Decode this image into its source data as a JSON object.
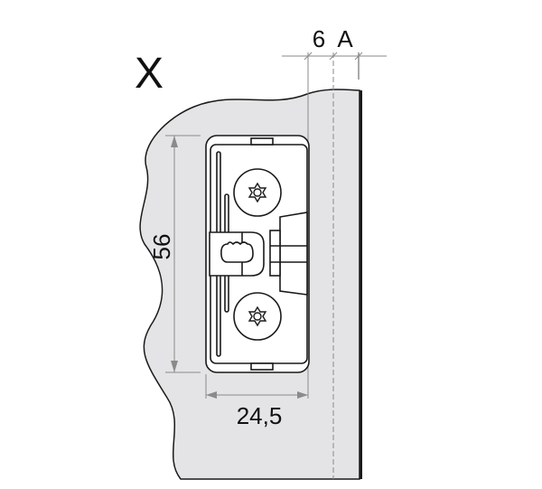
{
  "view_label": "X",
  "dimensions": {
    "height": "56",
    "width": "24,5",
    "offset": "6",
    "variable": "A"
  },
  "colors": {
    "panel": "#e4e4e6",
    "line": "#1a1a1a",
    "dimension": "#8a8a8a"
  }
}
